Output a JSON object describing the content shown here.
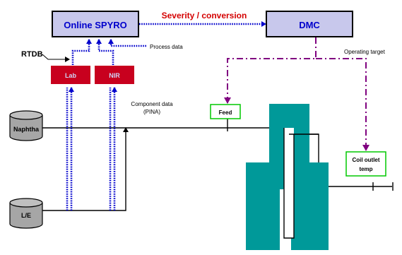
{
  "title": "",
  "nodes": {
    "spyro": "Online SPYRO",
    "dmc": "DMC",
    "lab": "Lab",
    "nir": "NIR",
    "feed": "Feed",
    "coil_line1": "Coil outlet",
    "coil_line2": "temp",
    "naphtha": "Naphtha",
    "le": "L/E"
  },
  "labels": {
    "severity": "Severity / conversion",
    "rtdb": "RTDB",
    "process_data": "Process data",
    "operating_target": "Operating target",
    "component_line1": "Component data",
    "component_line2": "(PINA)"
  },
  "colors": {
    "box_fill": "#c8c8ec",
    "box_border": "#000000",
    "analyzer_fill": "#c8001e",
    "analyzer_text": "#cfd4f5",
    "signal_blue": "#0000cc",
    "severity_red": "#d40000",
    "target_purple": "#800080",
    "feed_border": "#00c800",
    "furnace": "#009999",
    "tank_fill": "#a6a6a6"
  }
}
